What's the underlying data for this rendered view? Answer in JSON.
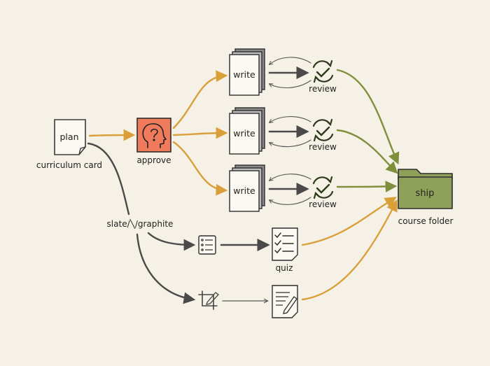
{
  "nodes": {
    "plan": {
      "inner": "plan",
      "caption": "curriculum card"
    },
    "approve": {
      "caption": "approve"
    },
    "write": [
      {
        "inner": "write"
      },
      {
        "inner": "write"
      },
      {
        "inner": "write"
      }
    ],
    "review": [
      {
        "caption": "review"
      },
      {
        "caption": "review"
      },
      {
        "caption": "review"
      }
    ],
    "ship": {
      "inner": "ship",
      "caption": "course folder"
    },
    "branch": {
      "caption": "slate/╲/graphite"
    },
    "quiz": {
      "caption": "quiz"
    }
  },
  "colors": {
    "background": "#f6f1e6",
    "flow_orange": "#d9a03a",
    "flow_gray": "#4a4a4a",
    "flow_green": "#7f8f3c",
    "approve_fill": "#f07a5c",
    "ship_fill": "#8fa05a"
  },
  "icons": [
    "document-icon",
    "head-question-icon",
    "document-stack-icon",
    "refresh-check-icon",
    "folder-icon",
    "checklist-icon",
    "quiz-doc-icon",
    "crop-edit-icon",
    "edit-doc-icon"
  ]
}
